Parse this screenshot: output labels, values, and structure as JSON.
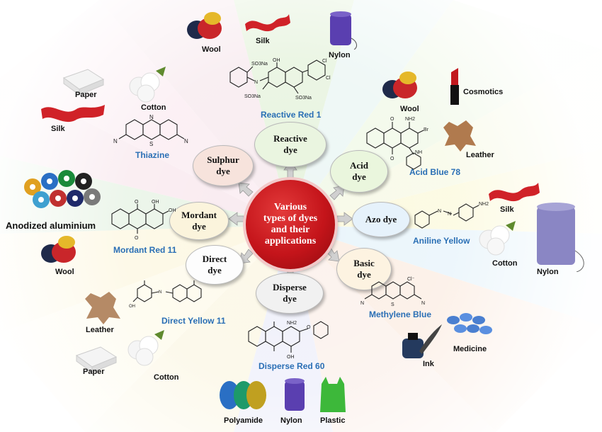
{
  "center": {
    "label": "Various\ntypes of dyes\nand their\napplications"
  },
  "dyes": {
    "reactive": {
      "label": "Reactive\ndye",
      "example": "Reactive Red 1"
    },
    "acid": {
      "label": "Acid\ndye",
      "example": "Acid Blue 78"
    },
    "azo": {
      "label": "Azo dye",
      "example": "Aniline Yellow"
    },
    "basic": {
      "label": "Basic\ndye",
      "example": "Methylene Blue"
    },
    "disperse": {
      "label": "Disperse\ndye",
      "example": "Disperse Red 60"
    },
    "direct": {
      "label": "Direct\ndye",
      "example": "Direct Yellow 11"
    },
    "mordant": {
      "label": "Mordant\ndye",
      "example": "Mordant Red 11"
    },
    "sulphur": {
      "label": "Sulphur\ndye",
      "example": "Thiazine"
    }
  },
  "applications": {
    "reactive": [
      "Wool",
      "Silk",
      "Nylon"
    ],
    "acid": [
      "Wool",
      "Cosmotics",
      "Leather"
    ],
    "azo": [
      "Silk",
      "Cotton",
      "Nylon"
    ],
    "basic": [
      "Ink",
      "Medicine"
    ],
    "disperse": [
      "Polyamide",
      "Nylon",
      "Plastic"
    ],
    "direct": [
      "Leather",
      "Paper",
      "Cotton"
    ],
    "mordant": [
      "Anodized aluminium",
      "Wool"
    ],
    "sulphur": [
      "Paper",
      "Cotton",
      "Silk"
    ]
  },
  "molecule_atoms": {
    "cl": "Cl",
    "o": "O",
    "oh": "OH",
    "nh2": "NH2",
    "br": "Br",
    "nh": "NH",
    "so3na": "SO3Na",
    "s": "S",
    "n": "N",
    "cl_minus": "Cl⁻"
  },
  "colors": {
    "center_red": "#c4141a",
    "example_blue": "#2a6fb5",
    "reactive_bubble": "#eaf5e0",
    "acid_bubble": "#eaf6dd",
    "azo_bubble": "#e6f2fb",
    "basic_bubble": "#fdf3e1",
    "disperse_bubble": "#f1f1f1",
    "direct_bubble": "#fdfdfd",
    "mordant_bubble": "#fbf4dc",
    "sulphur_bubble": "#f7e3dc"
  },
  "icons": {
    "yarn": "yarn-ball-icon",
    "silk": "silk-ribbon-icon",
    "spool": "thread-spool-icon",
    "lipstick": "lipstick-icon",
    "hide": "leather-hide-icon",
    "cotton": "cotton-boll-icon",
    "paper": "paper-stack-icon",
    "ink": "ink-bottle-icon",
    "pills": "pills-icon",
    "bag": "plastic-bag-icon",
    "reels": "polyamide-reels-icon",
    "aluminium": "anodized-rolls-icon"
  }
}
